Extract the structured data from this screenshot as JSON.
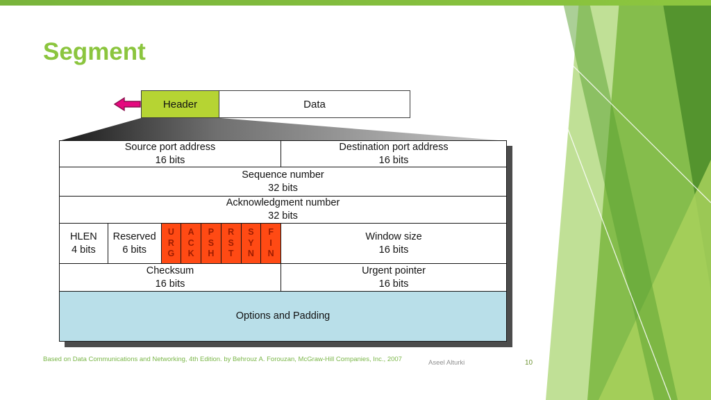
{
  "slide": {
    "title": "Segment",
    "footer_citation": "Based on Data Communications and Networking, 4th Edition. by Behrouz A. Forouzan,  McGraw-Hill Companies, Inc., 2007",
    "author": "Aseel Alturki",
    "page_number": "10"
  },
  "segment": {
    "header_label": "Header",
    "data_label": "Data"
  },
  "fields": {
    "source_port": {
      "title": "Source port address",
      "bits": "16 bits"
    },
    "destination_port": {
      "title": "Destination port address",
      "bits": "16 bits"
    },
    "sequence_number": {
      "title": "Sequence number",
      "bits": "32 bits"
    },
    "acknowledgment_number": {
      "title": "Acknowledgment number",
      "bits": "32 bits"
    },
    "hlen": {
      "title": "HLEN",
      "bits": "4 bits"
    },
    "reserved": {
      "title": "Reserved",
      "bits": "6 bits"
    },
    "window_size": {
      "title": "Window size",
      "bits": "16 bits"
    },
    "checksum": {
      "title": "Checksum",
      "bits": "16 bits"
    },
    "urgent_pointer": {
      "title": "Urgent pointer",
      "bits": "16 bits"
    },
    "options": {
      "title": "Options and Padding"
    }
  },
  "flags": [
    "URG",
    "ACK",
    "PSH",
    "RST",
    "SYN",
    "FIN"
  ],
  "colors": {
    "accent_green": "#8bc53e",
    "header_box_green": "#b6d433",
    "flag_background": "#ff4a14",
    "flag_text": "#9c1c00",
    "options_blue": "#b9dfe9",
    "arrow_magenta": "#e5097f",
    "shadow_gray": "#4c4c4c"
  }
}
